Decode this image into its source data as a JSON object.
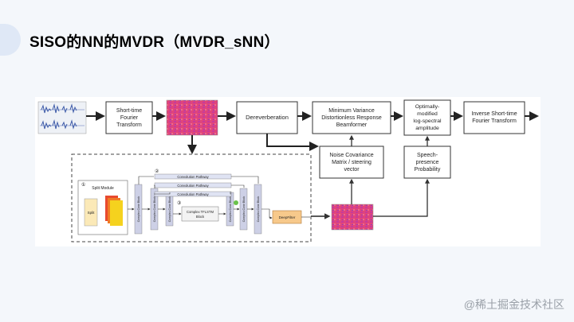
{
  "slide": {
    "title": "SISO的NN的MVDR（MVDR_sNN）",
    "watermark": "@稀土掘金技术社区"
  },
  "diagram": {
    "stft": [
      "Short-time",
      "Fourier",
      "Transform"
    ],
    "dereverb": "Dereverberation",
    "mvdr": [
      "Minimum Variance",
      "Distortionless Response",
      "Beamformer"
    ],
    "omlsa": [
      "Optimally-",
      "modified",
      "log-spectral",
      "amplitude"
    ],
    "istft": [
      "Inverse Short-time",
      "Fourier Transform"
    ],
    "noise_cov": [
      "Noise Covariance",
      "Matrix / steering",
      "vector"
    ],
    "spp": [
      "Speech-",
      "presence",
      "Probability"
    ],
    "nn": {
      "split_module": "Split Module",
      "split": "Split",
      "conv_pathway_1": "Convolution Pathway",
      "conv_pathway_2": "Convolution Pathway",
      "conv_pathway_3": "Convolution Pathway",
      "ccb_1": "Complex Conv Block",
      "ccb_2": "Complex Conv Block",
      "ccb_3": "Complex Conv Block",
      "ccb_4": "Complex Conv Block",
      "ccb_5": "Complex Conv Block",
      "ccb_6": "Complex Conv Block",
      "tflstm": [
        "Complex TFLSTM",
        "Block"
      ],
      "deepfilter": "DeepFilter",
      "marker_1": "①",
      "marker_2": "②",
      "marker_3": "③"
    }
  },
  "colors": {
    "spectrogram": "#e0457b",
    "waveform": "#5470b8",
    "deepfilter": "#f7c98b",
    "corner": "#dfe8f6"
  }
}
